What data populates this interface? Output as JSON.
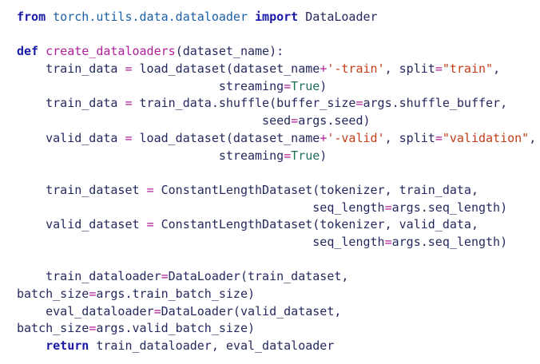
{
  "code": {
    "lines": [
      [
        {
          "t": "from",
          "c": "kw"
        },
        {
          "t": " "
        },
        {
          "t": "torch.utils.data.dataloader",
          "c": "mod"
        },
        {
          "t": " "
        },
        {
          "t": "import",
          "c": "kw"
        },
        {
          "t": " DataLoader"
        }
      ],
      [],
      [
        {
          "t": "def",
          "c": "kw"
        },
        {
          "t": " "
        },
        {
          "t": "create_dataloaders",
          "c": "fn"
        },
        {
          "t": "(dataset_name):"
        }
      ],
      [
        {
          "t": "    train_data "
        },
        {
          "t": "=",
          "c": "op"
        },
        {
          "t": " load_dataset(dataset_name"
        },
        {
          "t": "+",
          "c": "op"
        },
        {
          "t": "'-train'",
          "c": "str"
        },
        {
          "t": ", split"
        },
        {
          "t": "=",
          "c": "op"
        },
        {
          "t": "\"train\"",
          "c": "str"
        },
        {
          "t": ","
        }
      ],
      [
        {
          "t": "                            streaming"
        },
        {
          "t": "=",
          "c": "op"
        },
        {
          "t": "True",
          "c": "bool"
        },
        {
          "t": ")"
        }
      ],
      [
        {
          "t": "    train_data "
        },
        {
          "t": "=",
          "c": "op"
        },
        {
          "t": " train_data.shuffle(buffer_size"
        },
        {
          "t": "=",
          "c": "op"
        },
        {
          "t": "args.shuffle_buffer,"
        }
      ],
      [
        {
          "t": "                                  seed"
        },
        {
          "t": "=",
          "c": "op"
        },
        {
          "t": "args.seed)"
        }
      ],
      [
        {
          "t": "    valid_data "
        },
        {
          "t": "=",
          "c": "op"
        },
        {
          "t": " load_dataset(dataset_name"
        },
        {
          "t": "+",
          "c": "op"
        },
        {
          "t": "'-valid'",
          "c": "str"
        },
        {
          "t": ", split"
        },
        {
          "t": "=",
          "c": "op"
        },
        {
          "t": "\"validation\"",
          "c": "str"
        },
        {
          "t": ","
        }
      ],
      [
        {
          "t": "                            streaming"
        },
        {
          "t": "=",
          "c": "op"
        },
        {
          "t": "True",
          "c": "bool"
        },
        {
          "t": ")"
        }
      ],
      [],
      [
        {
          "t": "    train_dataset "
        },
        {
          "t": "=",
          "c": "op"
        },
        {
          "t": " ConstantLengthDataset(tokenizer, train_data,"
        }
      ],
      [
        {
          "t": "                                         seq_length"
        },
        {
          "t": "=",
          "c": "op"
        },
        {
          "t": "args.seq_length)"
        }
      ],
      [
        {
          "t": "    valid_dataset "
        },
        {
          "t": "=",
          "c": "op"
        },
        {
          "t": " ConstantLengthDataset(tokenizer, valid_data,"
        }
      ],
      [
        {
          "t": "                                         seq_length"
        },
        {
          "t": "=",
          "c": "op"
        },
        {
          "t": "args.seq_length)"
        }
      ],
      [],
      [
        {
          "t": "    train_dataloader"
        },
        {
          "t": "=",
          "c": "op"
        },
        {
          "t": "DataLoader(train_dataset,"
        }
      ],
      [
        {
          "t": "batch_size"
        },
        {
          "t": "=",
          "c": "op"
        },
        {
          "t": "args.train_batch_size)"
        }
      ],
      [
        {
          "t": "    eval_dataloader"
        },
        {
          "t": "=",
          "c": "op"
        },
        {
          "t": "DataLoader(valid_dataset,"
        }
      ],
      [
        {
          "t": "batch_size"
        },
        {
          "t": "=",
          "c": "op"
        },
        {
          "t": "args.valid_batch_size)"
        }
      ],
      [
        {
          "t": "    "
        },
        {
          "t": "return",
          "c": "kw"
        },
        {
          "t": " train_dataloader, eval_dataloader"
        }
      ]
    ]
  }
}
